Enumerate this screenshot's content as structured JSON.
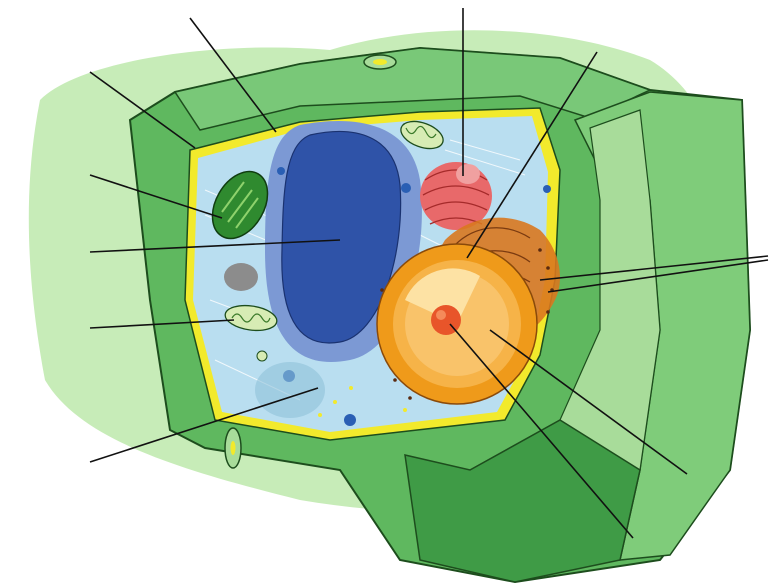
{
  "diagram": {
    "subject": "plant-cell",
    "labels_printed": false,
    "colors": {
      "cell_wall_outer": "#5fb85f",
      "cell_wall_light": "#a8dc9a",
      "cell_wall_shadow": "#3f9b46",
      "background_blob": "#c7ecb8",
      "membrane": "#f2ea2c",
      "cytoplasm": "#b9def0",
      "vacuole": "#2f53a8",
      "vacuole_membrane": "#7c99d4",
      "nucleus_outer": "#ef9a1a",
      "nucleus_inner": "#f9c36a",
      "nucleolus": "#e8552a",
      "golgi": "#e8696a",
      "chloroplast": "#2f8a2f",
      "mitochondrion": "#d7ecb4",
      "ribosome": "#2a5fb4",
      "er_rough": "#d9781f",
      "leader_line": "#111111"
    },
    "leader_lines": [
      {
        "id": "leader-cell-wall"
      },
      {
        "id": "leader-cell-membrane"
      },
      {
        "id": "leader-golgi"
      },
      {
        "id": "leader-nuclear-envelope"
      },
      {
        "id": "leader-chloroplast"
      },
      {
        "id": "leader-vacuole"
      },
      {
        "id": "leader-mitochondrion"
      },
      {
        "id": "leader-cytoplasm"
      },
      {
        "id": "leader-rough-er-upper"
      },
      {
        "id": "leader-rough-er-lower"
      },
      {
        "id": "leader-nucleus"
      },
      {
        "id": "leader-nucleolus"
      }
    ]
  }
}
